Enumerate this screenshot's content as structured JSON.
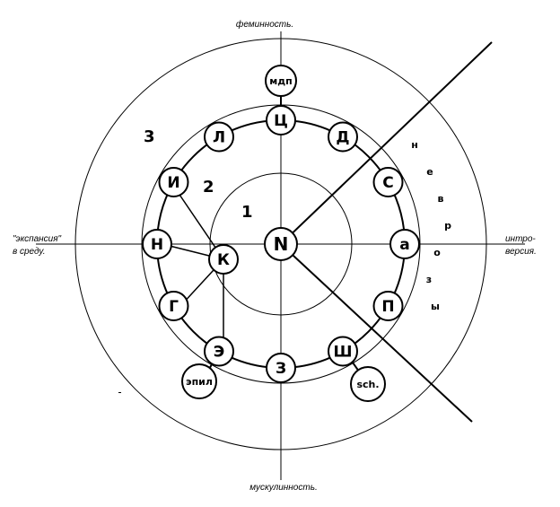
{
  "axes": {
    "top": "феминность.",
    "bottom": "мускулинность.",
    "left_line1": "\"экспансия\"",
    "left_line2": "в среду.",
    "right_line1": "интро-",
    "right_line2": "версия."
  },
  "zones": {
    "inner": "1",
    "middle": "2",
    "outer": "3"
  },
  "center": "N",
  "hub": "К",
  "ring_nodes": [
    "Ц",
    "Д",
    "С",
    "а",
    "П",
    "Ш",
    "З",
    "Э",
    "Г",
    "Н",
    "И",
    "Л"
  ],
  "outer_nodes": {
    "top": "мдп",
    "epil": "эпил",
    "sch": "sch."
  },
  "neurosis_letters": [
    "н",
    "е",
    "в",
    "р",
    "о",
    "з",
    "ы"
  ]
}
